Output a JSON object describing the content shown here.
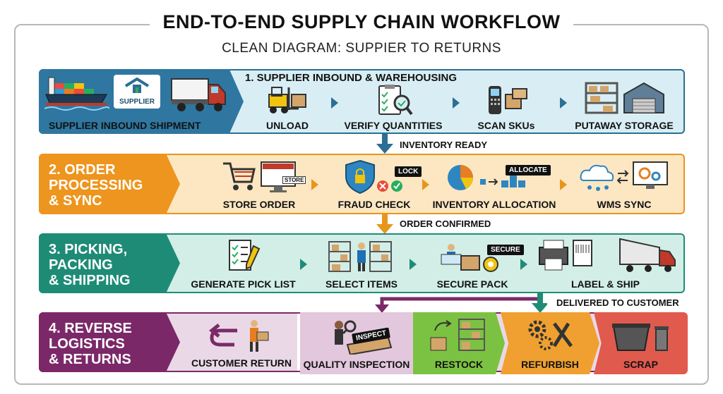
{
  "title": "END-TO-END SUPPLY CHAIN WORKFLOW",
  "subtitle": "CLEAN DIAGRAM: SUPPIER TO RETURNS",
  "lane1": {
    "heading": "1. SUPPLIER INBOUND & WAREHOUSING",
    "supplier_logo": "SUPPLIER",
    "first_step": "SUPPLIER INBOUND SHIPMENT",
    "steps": [
      "UNLOAD",
      "VERIFY QUANTITIES",
      "SCAN SKUs",
      "PUTAWAY STORAGE"
    ]
  },
  "connector1": "INVENTORY READY",
  "lane2": {
    "heading": [
      "2. ORDER",
      "PROCESSING",
      "& SYNC"
    ],
    "steps": [
      "STORE ORDER",
      "FRAUD CHECK",
      "INVENTORY ALLOCATION",
      "WMS SYNC"
    ],
    "store_sign": "STORE",
    "lock_tag": "LOCK",
    "allocate_tag": "ALLOCATE"
  },
  "connector2": "ORDER CONFIRMED",
  "lane3": {
    "heading": [
      "3. PICKING,",
      "PACKING",
      "& SHIPPING"
    ],
    "steps": [
      "GENERATE PICK LIST",
      "SELECT ITEMS",
      "SECURE PACK",
      "LABEL & SHIP"
    ],
    "secure_tag": "SECURE"
  },
  "connector3": "DELIVERED TO CUSTOMER",
  "lane4": {
    "heading": [
      "4. REVERSE",
      "LOGISTICS",
      "& RETURNS"
    ],
    "steps": [
      "CUSTOMER RETURN",
      "QUALITY INSPECTION",
      "RESTOCK",
      "REFURBISH",
      "SCRAP"
    ],
    "inspect_tag": "INSPECT"
  },
  "colors": {
    "lane1": "#2b6f94",
    "lane2": "#e8951c",
    "lane3": "#1f8c77",
    "lane4": "#7a2a69",
    "restock": "#7cc242",
    "refurbish": "#f0a030",
    "scrap": "#e05a4e"
  }
}
